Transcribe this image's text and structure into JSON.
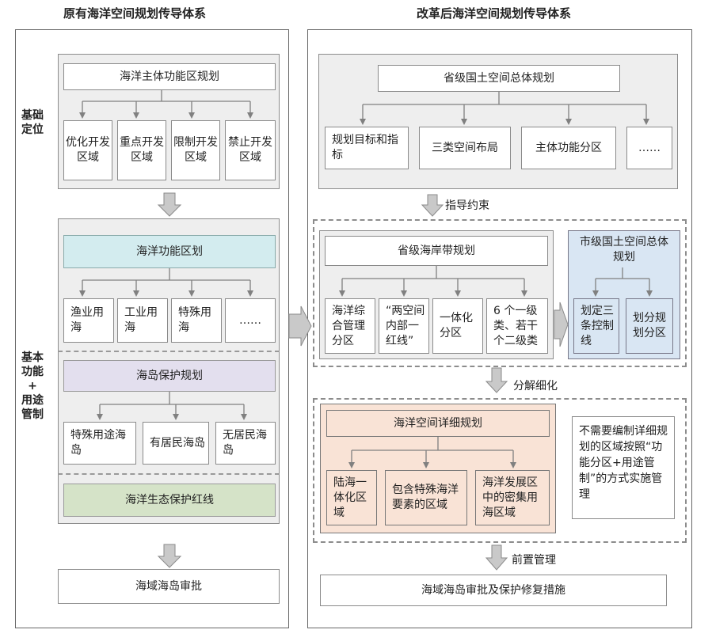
{
  "titles": {
    "left": "原有海洋空间规划传导体系",
    "right": "改革后海洋空间规划传导体系"
  },
  "side_labels": {
    "basic_position": [
      "基础",
      "定位"
    ],
    "function_use": [
      "基本",
      "功能",
      "+",
      "用途",
      "管制"
    ]
  },
  "left": {
    "main_function_zone": "海洋主体功能区规划",
    "main_function_children": [
      "优化开发区域",
      "重点开发区域",
      "限制开发区域",
      "禁止开发区域"
    ],
    "marine_function_zone": "海洋功能区划",
    "marine_function_children": [
      "渔业用海",
      "工业用海",
      "特殊用海",
      "……"
    ],
    "island_protection": "海岛保护规划",
    "island_children": [
      "特殊用途海岛",
      "有居民海岛",
      "无居民海岛"
    ],
    "eco_redline": "海洋生态保护红线",
    "approval": "海域海岛审批"
  },
  "right": {
    "provincial_overall": "省级国土空间总体规划",
    "provincial_children": [
      "规划目标和指标",
      "三类空间布局",
      "主体功能分区",
      "……"
    ],
    "guide_label": "指导约束",
    "coastal_plan": "省级海岸带规划",
    "coastal_children": [
      "海洋综合管理分区",
      "“两空间内部一红线”",
      "一体化分区",
      "6 个一级类、若干个二级类"
    ],
    "city_overall": "市级国土空间总体规划",
    "city_children": [
      "划定三条控制线",
      "划分规划分区"
    ],
    "decompose_label": "分解细化",
    "detailed_plan": "海洋空间详细规划",
    "detailed_children": [
      "陆海一体化区域",
      "包含特殊海洋要素的区域",
      "海洋发展区中的密集用海区域"
    ],
    "note": "不需要编制详细规划的区域按照“功能分区+用途管制”的方式实施管理",
    "pre_label": "前置管理",
    "approval": "海域海岛审批及保护修复措施"
  },
  "colors": {
    "marine_function": "#d3ecef",
    "island": "#e3dfee",
    "eco": "#d5e3c8",
    "detailed": "#f9e3d6",
    "city": "#d9e6f3",
    "panel": "#eeeeee"
  }
}
